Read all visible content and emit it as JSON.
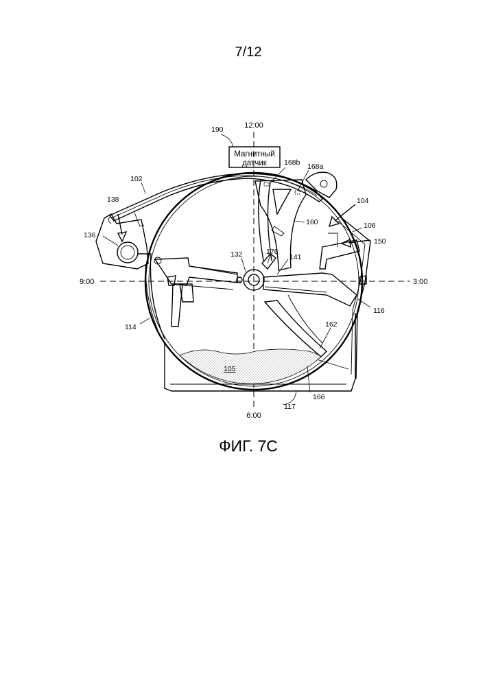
{
  "page": {
    "number": "7/12"
  },
  "figure": {
    "caption": "ФИГ. 7C"
  },
  "clock": {
    "top": "12:00",
    "bottom": "6:00",
    "left": "9:00",
    "right": "3:00"
  },
  "sensor_box": {
    "line1": "Магнитный",
    "line2": "датчик"
  },
  "labels": {
    "l190": "190",
    "l102": "102",
    "l138": "138",
    "l136": "136",
    "l168b": "168b",
    "l168a": "168a",
    "l104": "104",
    "l106": "106",
    "l160": "160",
    "l150": "150",
    "l132": "132",
    "l176": "176",
    "l141": "141",
    "l114": "114",
    "l116": "116",
    "l162": "162",
    "l105": "105",
    "l166": "166",
    "l117": "117"
  }
}
